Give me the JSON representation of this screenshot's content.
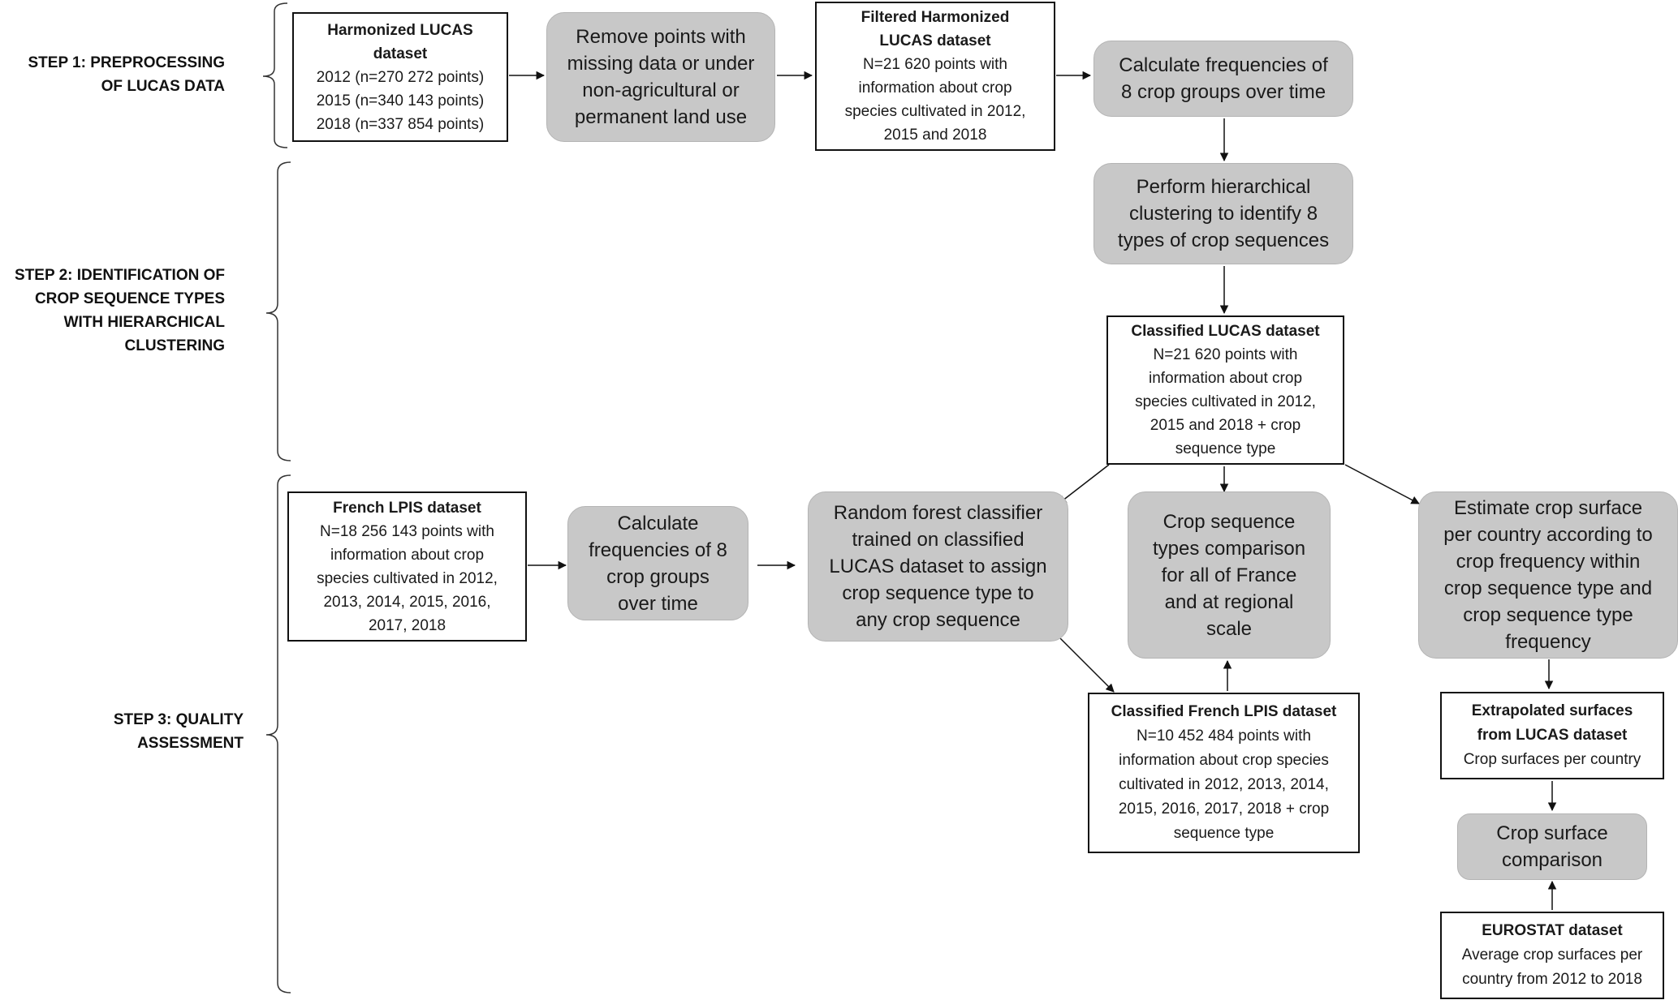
{
  "steps": {
    "step1": [
      "STEP 1: PREPROCESSING",
      "OF LUCAS DATA"
    ],
    "step2": [
      "STEP 2: IDENTIFICATION OF",
      "CROP SEQUENCE TYPES",
      "WITH HIERARCHICAL",
      "CLUSTERING"
    ],
    "step3": [
      "STEP 3: QUALITY",
      "ASSESSMENT"
    ]
  },
  "boxes": {
    "harmonized": {
      "title": [
        "Harmonized LUCAS",
        "dataset"
      ],
      "lines": [
        "2012 (n=270 272 points)",
        "2015 (n=340 143 points)",
        "2018 (n=337 854 points)"
      ]
    },
    "remove_points": [
      "Remove points with",
      "missing data or under",
      "non-agricultural or",
      "permanent land use"
    ],
    "filtered": {
      "title": [
        "Filtered Harmonized",
        "LUCAS dataset"
      ],
      "lines": [
        "N=21 620 points with",
        "information about crop",
        "species cultivated in 2012,",
        "2015 and 2018"
      ]
    },
    "calc_freq_1": [
      "Calculate frequencies of",
      "8 crop groups over time"
    ],
    "hier_clustering": [
      "Perform hierarchical",
      "clustering to identify 8",
      "types of crop sequences"
    ],
    "classified_lucas": {
      "title": [
        "Classified  LUCAS dataset"
      ],
      "lines": [
        "N=21 620 points with",
        "information about crop",
        "species cultivated in 2012,",
        "2015 and 2018 + crop",
        "sequence type"
      ]
    },
    "french_lpis": {
      "title": [
        "French LPIS dataset"
      ],
      "lines": [
        "N=18 256 143 points with",
        "information about crop",
        "species cultivated in 2012,",
        "2013, 2014, 2015, 2016,",
        "2017, 2018"
      ]
    },
    "calc_freq_2": [
      "Calculate",
      "frequencies of 8",
      "crop groups",
      "over time"
    ],
    "random_forest": [
      "Random forest classifier",
      "trained on classified",
      "LUCAS dataset to assign",
      "crop sequence type to",
      "any crop sequence"
    ],
    "seq_comparison": [
      "Crop sequence",
      "types comparison",
      "for all of France",
      "and at regional",
      "scale"
    ],
    "estimate_surface": [
      "Estimate crop surface",
      "per country according to",
      "crop frequency within",
      "crop sequence type and",
      "crop sequence type",
      "frequency"
    ],
    "classified_lpis": {
      "title": [
        "Classified  French LPIS dataset"
      ],
      "lines": [
        "N=10 452 484 points with",
        "information about crop species",
        "cultivated in 2012, 2013, 2014,",
        "2015, 2016, 2017, 2018 + crop",
        "sequence type"
      ]
    },
    "extrapolated": {
      "title": [
        "Extrapolated surfaces",
        "from LUCAS dataset"
      ],
      "lines": [
        "Crop surfaces per country"
      ]
    },
    "surface_comparison": [
      "Crop surface",
      "comparison"
    ],
    "eurostat": {
      "title": [
        "EUROSTAT dataset"
      ],
      "lines": [
        "Average crop surfaces per",
        "country from 2012 to 2018"
      ]
    }
  }
}
